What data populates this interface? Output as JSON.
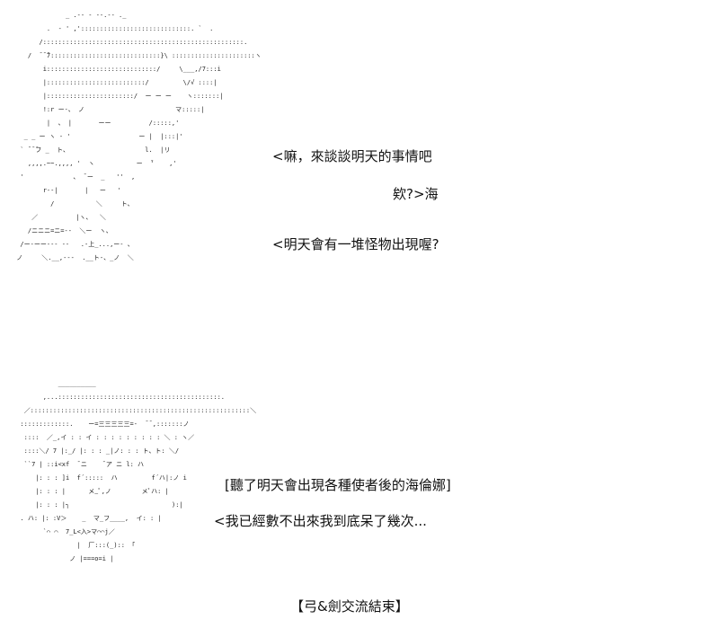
{
  "scene_top": {
    "ascii_art": "              _ .-- - --.-- ._\n         .  - ' ,':::::::::::::::::::::::::::::. `  .\n       /:::::::::::::::::::::::::::::::::::::::::::::::::::::.\n    /  ̄ ̄ ̄7:::::::::::::::::::::::::::::}\\ ::::::::::::::::::::::ヽ\n        i:::::::::::::::::::::::::::::/     \\___,/7:::i\n        |::::::::::::::::::::::::::/         \\/√ ::::|\n        |:::::::::::::::::::::::/  ー ー ー    ヽ:::::::|\n        !:r ー-、 ノ                        マ:::::|\n         |  、 |       ーー          /:::::,'\n   _ _ ー ヽ - '                  ー |  |:::|'\n  ` ̄ ̄ ̄フ _  ト、                    l.  |リ\n    ,,,,.~~.,,,, '  ヽ           ー  ̄'    ,'\n  '             、 ̄ ー  _   ''  ,\n        r--|       |   ー   '\n          /           ＼     ト、\n     ／          |ヽ、  ＼\n    /ニニニ=ニ=--  ＼ー  ヽ、\n  /ー-ーー--- --   .-上_...,ー- 、\n ノ     ＼.__,---  .__ト-、_ノ  ＼",
    "dialogue_1": "<嘛，來談談明天的事情吧",
    "dialogue_2": "欸?>海",
    "dialogue_3": "<明天會有一堆怪物出現喔?"
  },
  "scene_bottom": {
    "ascii_art": "            __________\n        ,...:::::::::::::::::::::::::::::::::::::::::::.\n   ／::::::::::::::::::::::::::::::::::::::::::::::::::::::::::＼\n  :::::::::::::.    ー=三三三三三=-  ̄ ̄ ,:::::::ノ\n   ::::  ／_,イ : : イ : : : : : : : : : ＼ : ヽ／\n   ::::＼/ 7 |:_/ |: : : _|ノ: : : ト、ト: ＼/\n   ``7 | ::i<xf  ̄ ニ    ̄ ア ニ l: ハ\n      |: : : ]i  f´:::::  ハ         f´ハ|:ノ i\n      |: : : |      メ_ﾟ,ノ        メﾟハ: |\n      |: : : |┐                           ):|\n  . ハ: |: :V＞    _  マ_フ____,  イ: : |\n        `⌒ ⌒  7_L<入>マ⌒⌒j／\n                 |  厂:::(_):: 「\n               ノ |===o=i |",
    "dialogue_1": "[聽了明天會出現各種使者後的海倫娜]",
    "dialogue_2": "<我已經數不出來我到底呆了幾次...",
    "end_note": "【弓&劍交流結束】"
  }
}
